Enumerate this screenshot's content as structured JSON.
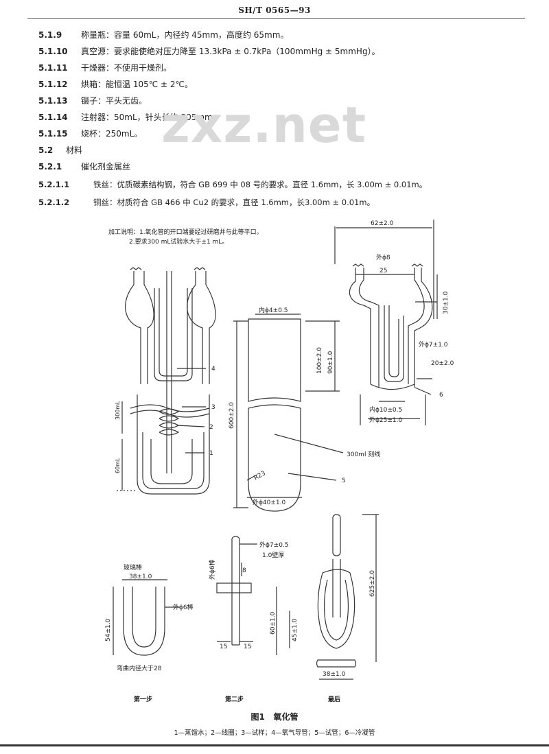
{
  "header": {
    "standard": "SH/T 0565—93"
  },
  "watermark": "zxz.net",
  "clauses": [
    {
      "num": "5.1.9",
      "text": "称量瓶：容量 60mL，内径约 45mm，高度约 65mm。"
    },
    {
      "num": "5.1.10",
      "text": "真空源：要求能使绝对压力降至 13.3kPa ± 0.7kPa（100mmHg ± 5mmHg）。"
    },
    {
      "num": "5.1.11",
      "text": "干燥器：不使用干燥剂。"
    },
    {
      "num": "5.1.12",
      "text": "烘箱：能恒温 105℃ ± 2℃。"
    },
    {
      "num": "5.1.13",
      "text": "镊子：平头无齿。"
    },
    {
      "num": "5.1.14",
      "text": "注射器：50mL，针头长约 305mm。"
    },
    {
      "num": "5.1.15",
      "text": "烧杯：250mL。"
    },
    {
      "num": "5.2",
      "text": "材料"
    },
    {
      "num": "5.2.1",
      "text": "催化剂金属丝"
    },
    {
      "num": "5.2.1.1",
      "text": "铁丝：优质碳素结构钢，符合 GB 699 中 08 号的要求。直径 1.6mm，长 3.00m ± 0.01m。"
    },
    {
      "num": "5.2.1.2",
      "text": "铜丝：材质符合 GB 466 中 Cu2 的要求，直径 1.6mm，长3.00m ± 0.01m。"
    }
  ],
  "figure": {
    "notes_line1": "加工说明：1.氧化管的开口端要经过研磨并与此等平口。",
    "notes_line2": "2.要求300 mL试验水大于±1 mL。",
    "callouts": {
      "c1": "1",
      "c2": "2",
      "c3": "3",
      "c4": "4",
      "c5": "5",
      "c6": "6"
    },
    "tube": {
      "inner_dia": "内ϕ4±0.5",
      "height": "600±2.0",
      "neck": "100±2.0",
      "neck2": "90±1.0",
      "mark": "300ml 刻线",
      "radius": "R23",
      "outer_dia": "外ϕ40±1.0"
    },
    "assembly": {
      "d300": "300mL",
      "d60": "60mL"
    },
    "condenser": {
      "width": "62±2.0",
      "outer8": "外ϕ8",
      "span25": "25",
      "h30": "30±1.0",
      "outer7": "外ϕ7±1.0",
      "d20": "20±2.0",
      "inner10": "内ϕ10±0.5",
      "outer25": "外ϕ25±1.0"
    },
    "step1": {
      "rod_label": "玻璃棒",
      "width": "38±1.0",
      "height": "54±1.0",
      "rod_dia": "外ϕ6棒",
      "bend_note": "弯曲内径大于28",
      "caption": "第一步"
    },
    "step2": {
      "outer_dia": "外ϕ7±0.5",
      "wall": "1.0壁厚",
      "side_label": "外ϕ6棒",
      "len8": "8",
      "left15": "15",
      "right15": "15",
      "h60": "60±1.0",
      "caption": "第二步"
    },
    "final": {
      "h45": "45±1.0",
      "h625": "625±2.0",
      "width": "38±1.0",
      "caption": "最后"
    }
  },
  "figure_caption": {
    "number": "图1",
    "title": "氧化管"
  },
  "figure_legend": "1—蒸馏水；2—线圈；3—试样；4—氧气导管；5—试管；6—冷凝管"
}
